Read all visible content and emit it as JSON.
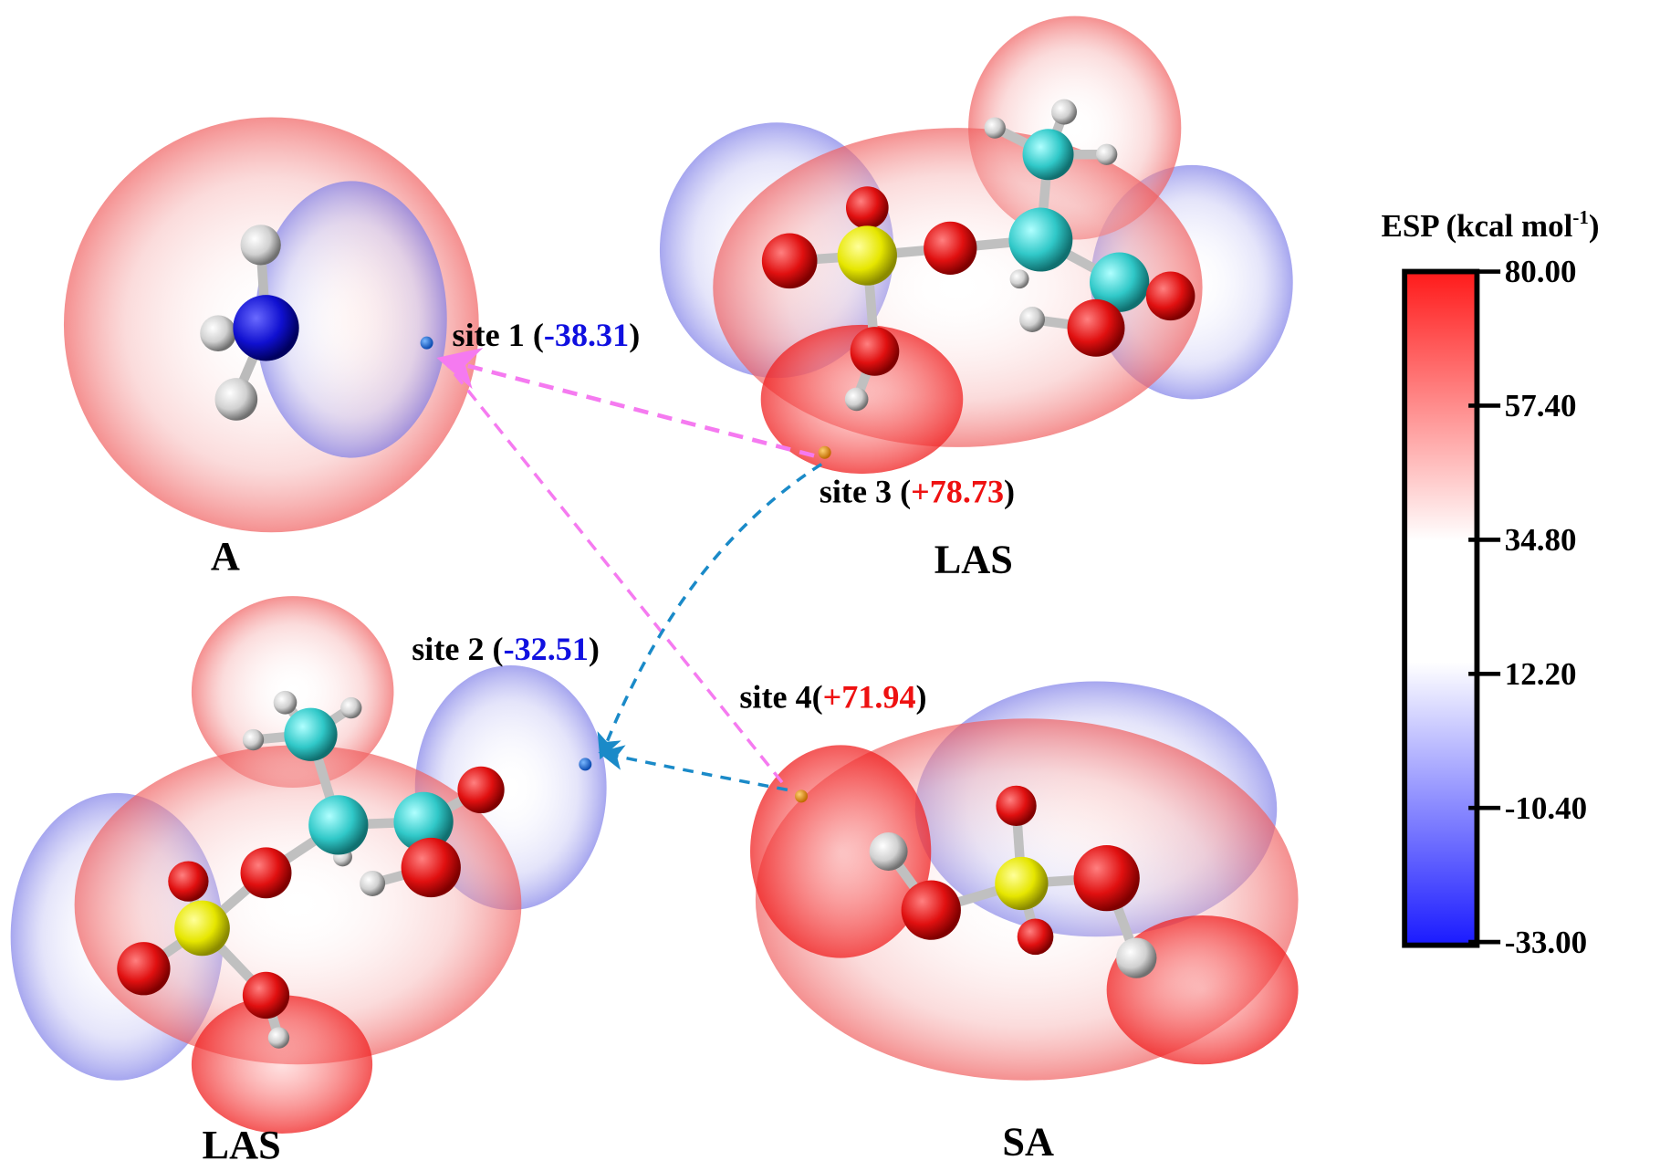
{
  "molecules": {
    "a": "A",
    "las_top": "LAS",
    "las_bottom": "LAS",
    "sa": "SA"
  },
  "sites": [
    {
      "prefix": "site 1 (",
      "value": "-38.31",
      "suffix": ")",
      "color": "#1010e0"
    },
    {
      "prefix": "site 2 (",
      "value": "-32.51",
      "suffix": ")",
      "color": "#1010e0"
    },
    {
      "prefix": "site 3 (",
      "value": "+78.73",
      "suffix": ")",
      "color": "#ee1111"
    },
    {
      "prefix": "site 4(",
      "value": "+71.94",
      "suffix": ")",
      "color": "#ee1111"
    }
  ],
  "colorbar": {
    "title": "ESP (kcal mol",
    "title_sup": "-1",
    "title_end": ")",
    "ticks": [
      "80.00",
      "57.40",
      "34.80",
      "12.20",
      "-10.40",
      "-33.00"
    ],
    "min": -33.0,
    "max": 80.0,
    "colors": {
      "high": "#ff1a1a",
      "mid": "#ffffff",
      "low": "#1a1aff"
    }
  },
  "arrow_colors": {
    "pink": "#f57af0",
    "blue": "#1a8ac8"
  }
}
